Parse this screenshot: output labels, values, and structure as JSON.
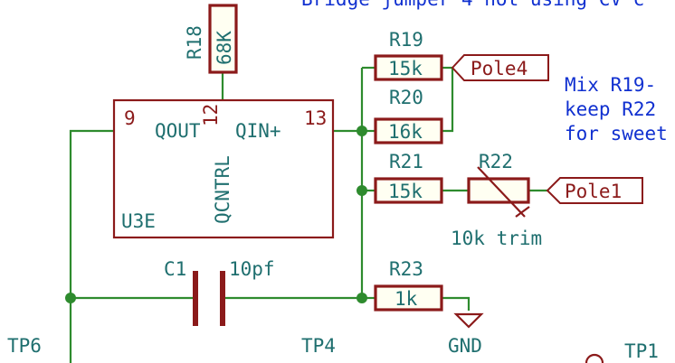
{
  "note": {
    "top": "Bridge jumper 4 not using CV c",
    "line1": "Mix R19-",
    "line2": "keep R22",
    "line3": "for sweet"
  },
  "components": {
    "r18": {
      "ref": "R18",
      "value": "68K"
    },
    "r19": {
      "ref": "R19",
      "value": "15k"
    },
    "r20": {
      "ref": "R20",
      "value": "16k"
    },
    "r21": {
      "ref": "R21",
      "value": "15k"
    },
    "r22": {
      "ref": "R22",
      "value": "10k trim"
    },
    "r23": {
      "ref": "R23",
      "value": "1k"
    },
    "c1": {
      "ref": "C1",
      "value": "10pf"
    },
    "u3e": {
      "ref": "U3E",
      "pins": {
        "qout": {
          "num": "9",
          "name": "QOUT"
        },
        "qcntrl": {
          "num": "12",
          "name": "QCNTRL"
        },
        "qin": {
          "num": "13",
          "name": "QIN+"
        }
      }
    }
  },
  "labels": {
    "pole4": "Pole4",
    "pole1": "Pole1",
    "gnd": "GND",
    "tp1": "TP1",
    "tp4": "TP4",
    "tp6": "TP6"
  },
  "colors": {
    "wire": "#2e8b2e",
    "component": "#8b1a1a",
    "reference_text": "#1f6f6f",
    "note_text": "#1030d0"
  }
}
